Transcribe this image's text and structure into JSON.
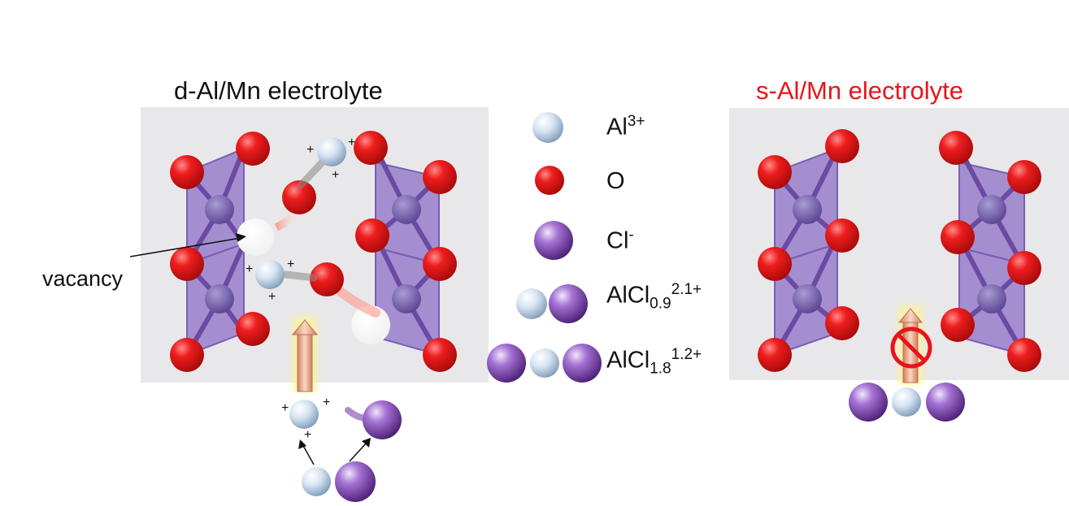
{
  "panels": {
    "left_title": "d-Al/Mn electrolyte",
    "right_title": "s-Al/Mn electrolyte"
  },
  "annotation": {
    "vacancy": "vacancy"
  },
  "legend": {
    "al": {
      "base": "Al",
      "sup": "3+"
    },
    "o": {
      "base": "O"
    },
    "cl": {
      "base": "Cl",
      "sup": "-"
    },
    "alcl09": {
      "base": "AlCl",
      "sub": "0.9",
      "sup": "2.1+"
    },
    "alcl18": {
      "base": "AlCl",
      "sub": "1.8",
      "sup": "1.2+"
    }
  },
  "ion_charge": "+",
  "colors": {
    "oxygen": "#e0141b",
    "chlorine": "#7b3fa8",
    "aluminum": "#c9dcef",
    "polyhedron": "#8e70c6",
    "panel": "#e8e8ea",
    "right_title": "#e8141b",
    "arrow": "#e8a07e",
    "arrow_glow": "#fff48a",
    "forbidden": "#e8141b"
  }
}
